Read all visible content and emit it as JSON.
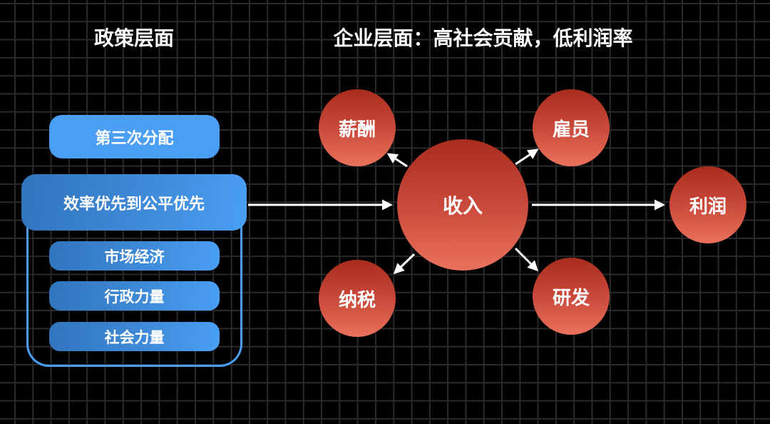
{
  "titles": {
    "policy": "政策层面",
    "enterprise": "企业层面：高社会贡献，低利润率"
  },
  "policy": {
    "third_distribution": "第三次分配",
    "efficiency_to_fairness": "效率优先到公平优先",
    "forces": [
      "市场经济",
      "行政力量",
      "社会力量"
    ]
  },
  "enterprise": {
    "center": "收入",
    "nodes": {
      "salary": "薪酬",
      "employee": "雇员",
      "profit": "利润",
      "tax": "纳税",
      "rnd": "研发"
    }
  },
  "colors": {
    "background": "#000000",
    "grid": "#2a2a2a",
    "blue_light": "#4a9ff4",
    "blue_dark": "#3074bd",
    "red_dark": "#a82c1d",
    "red_light": "#ea725c",
    "arrow": "#ffffff"
  },
  "connections": [
    {
      "from": "efficiency_to_fairness",
      "to": "revenue"
    },
    {
      "from": "revenue",
      "to": "salary"
    },
    {
      "from": "revenue",
      "to": "employee"
    },
    {
      "from": "revenue",
      "to": "profit"
    },
    {
      "from": "revenue",
      "to": "tax"
    },
    {
      "from": "revenue",
      "to": "rnd"
    }
  ]
}
